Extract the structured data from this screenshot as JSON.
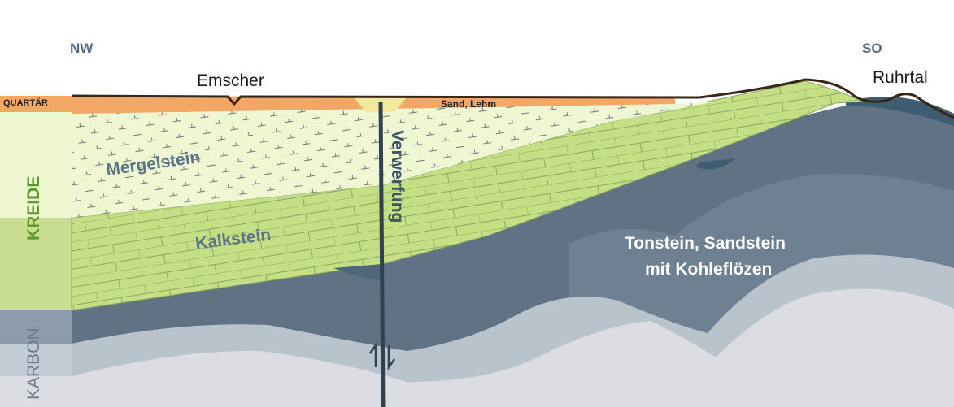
{
  "directions": {
    "left": "NW",
    "right": "SO"
  },
  "places": {
    "left": "Emscher",
    "right": "Ruhrtal"
  },
  "eras": {
    "quartaer": "QUARTÄR",
    "kreide": "KREIDE",
    "karbon": "KARBON"
  },
  "rocks": {
    "quartaer": "Sand, Lehm",
    "mergel": "Mergelstein",
    "kalk": "Kalkstein",
    "karbon_line1": "Tonstein, Sandstein",
    "karbon_line2": "mit Kohleflözen"
  },
  "fault": "Verwerfung",
  "colors": {
    "quartaer": "#f2a766",
    "mergel": "#eff6d2",
    "kalk": "#c5df85",
    "karbon_dark": "#5f7384",
    "karbon_mid": "#b9c3cc",
    "karbon_light": "#dcdde2",
    "kreide_label": "#5c9a2c",
    "karbon_label": "#6b7d8f"
  }
}
